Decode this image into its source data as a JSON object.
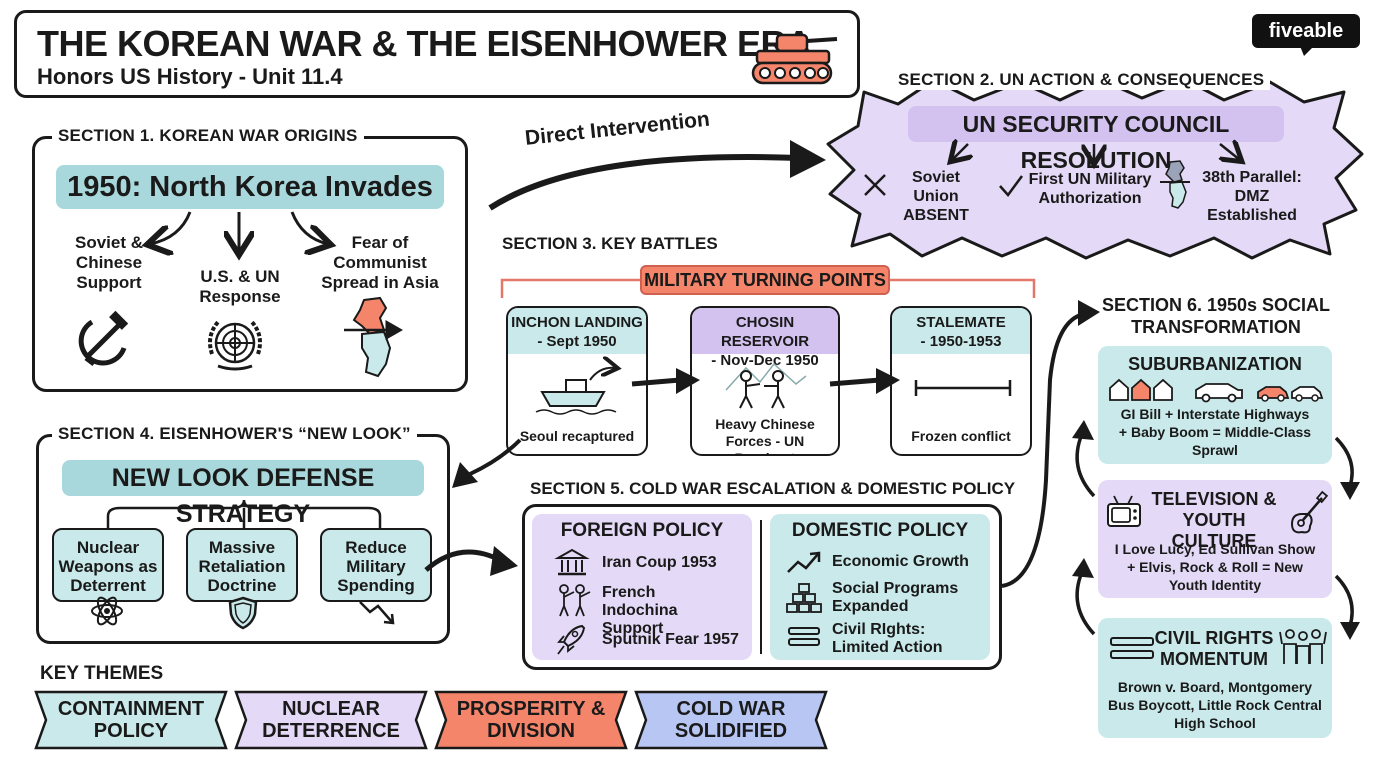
{
  "header": {
    "title": "THE KOREAN WAR & THE EISENHOWER ERA",
    "subtitle": "Honors US History - Unit 11.4",
    "brand": "fiveable"
  },
  "colors": {
    "teal": "#c9e9ea",
    "teal_dark": "#a9d8dc",
    "lavender": "#e4d9f6",
    "lavender_dark": "#d3c2f0",
    "salmon": "#f4856b",
    "blue": "#b7c6f3",
    "ink": "#1a1a1a"
  },
  "section1": {
    "label": "SECTION 1. KOREAN WAR ORIGINS",
    "headline": "1950: North Korea Invades",
    "items": [
      {
        "text": "Soviet & Chinese Support",
        "icon": "hammer-sickle-icon"
      },
      {
        "text": "U.S. & UN Response",
        "icon": "un-emblem-icon"
      },
      {
        "text": "Fear of Communist Spread in Asia",
        "icon": "korea-map-icon"
      }
    ]
  },
  "connector_label": "Direct Intervention",
  "section2": {
    "label": "SECTION 2. UN ACTION & CONSEQUENCES",
    "headline": "UN SECURITY COUNCIL RESOLUTION",
    "items": [
      {
        "text": "Soviet Union ABSENT",
        "icon": "x-mark-icon"
      },
      {
        "text": "First UN Military Authorization",
        "icon": "check-mark-icon"
      },
      {
        "text": "38th Parallel: DMZ Established",
        "icon": "korea-map-icon"
      }
    ]
  },
  "section3": {
    "label": "SECTION 3. KEY BATTLES",
    "banner": "MILITARY TURNING POINTS",
    "battles": [
      {
        "title": "INCHON LANDING",
        "date": "- Sept 1950",
        "caption": "Seoul recaptured",
        "icon": "ship-icon"
      },
      {
        "title": "CHOSIN RESERVOIR",
        "date": "- Nov-Dec 1950",
        "caption": "Heavy Chinese Forces - UN Breakout",
        "icon": "soldiers-icon"
      },
      {
        "title": "STALEMATE",
        "date": "- 1950-1953",
        "caption": "Frozen conflict",
        "icon": "line-icon"
      }
    ]
  },
  "section4": {
    "label": "SECTION 4. EISENHOWER'S “NEW LOOK”",
    "headline": "NEW LOOK DEFENSE STRATEGY",
    "items": [
      {
        "text": "Nuclear Weapons as Deterrent",
        "icon": "atom-icon"
      },
      {
        "text": "Massive Retaliation Doctrine",
        "icon": "shield-icon"
      },
      {
        "text": "Reduce Military Spending",
        "icon": "downtrend-icon"
      }
    ]
  },
  "section5": {
    "label": "SECTION 5. COLD WAR ESCALATION & DOMESTIC POLICY",
    "foreign": {
      "title": "FOREIGN POLICY",
      "items": [
        {
          "text": "Iran Coup 1953",
          "icon": "building-icon"
        },
        {
          "text": "French Indochina Support",
          "icon": "soldiers-icon"
        },
        {
          "text": "Sputnik Fear 1957",
          "icon": "rocket-icon"
        }
      ]
    },
    "domestic": {
      "title": "DOMESTIC POLICY",
      "items": [
        {
          "text": "Economic Growth",
          "icon": "uptrend-icon"
        },
        {
          "text": "Social Programs Expanded",
          "icon": "blocks-icon"
        },
        {
          "text": "Civil RIghts: Limited Action",
          "icon": "equals-icon"
        }
      ]
    }
  },
  "section6": {
    "label_line1": "SECTION 6. 1950s SOCIAL",
    "label_line2": "TRANSFORMATION",
    "cards": [
      {
        "title": "SUBURBANIZATION",
        "body": "GI Bill + Interstate Highways + Baby Boom = Middle-Class Sprawl",
        "icon": "houses-cars-icon"
      },
      {
        "title": "TELEVISION & YOUTH CULTURE",
        "body": "I Love Lucy, Ed Sullivan Show + Elvis, Rock & Roll = New Youth Identity",
        "icon": "tv-guitar-icon"
      },
      {
        "title": "CIVIL RIGHTS MOMENTUM",
        "body": "Brown v. Board, Montgomery Bus Boycott, Little Rock Central High School",
        "icon": "people-icon"
      }
    ]
  },
  "themes": {
    "label": "KEY THEMES",
    "items": [
      {
        "text": "CONTAINMENT POLICY",
        "color": "#c9e9ea"
      },
      {
        "text": "NUCLEAR DETERRENCE",
        "color": "#e4d9f6"
      },
      {
        "text": "PROSPERITY & DIVISION",
        "color": "#f4856b"
      },
      {
        "text": "COLD WAR SOLIDIFIED",
        "color": "#b7c6f3"
      }
    ]
  }
}
